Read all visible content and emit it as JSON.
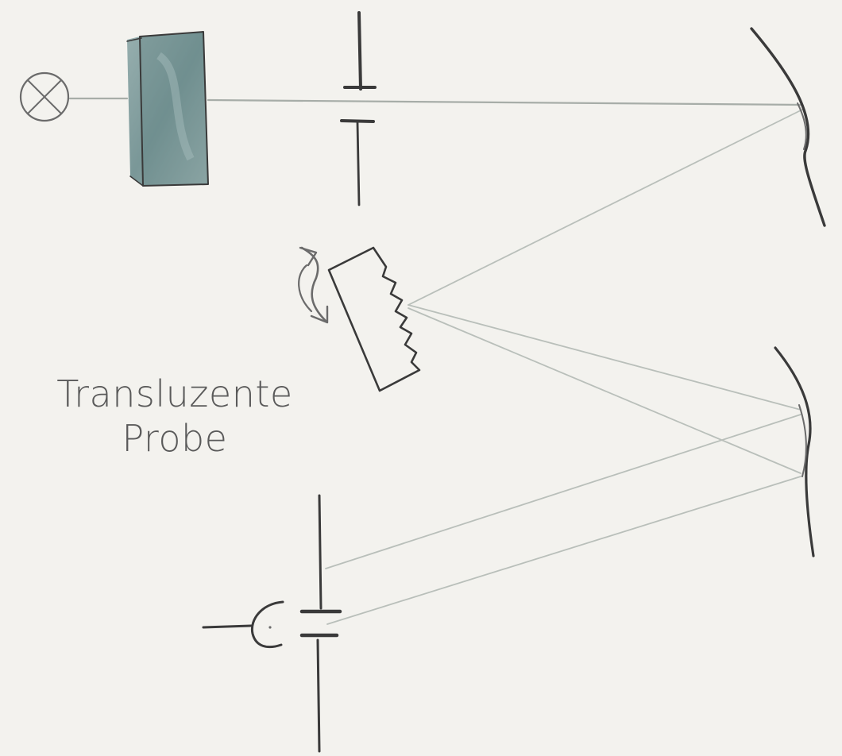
{
  "sample_label": {
    "line1": "Transluzente",
    "line2": "Probe"
  },
  "colors": {
    "background": "#f3f2ee",
    "ink": "#3a3a3a",
    "ray": "#b9bfba",
    "filter": "#7f9c9b"
  },
  "icons": {
    "light_source": "lamp-crossed-circle-icon",
    "filter": "filter-block",
    "entrance_slit": "entrance-slit",
    "collimating_mirror": "concave-mirror",
    "grating": "diffraction-grating",
    "rotation": "rotation-arrow-icon",
    "focusing_mirror": "concave-mirror",
    "exit_slit": "exit-slit",
    "detector": "detector-icon"
  }
}
